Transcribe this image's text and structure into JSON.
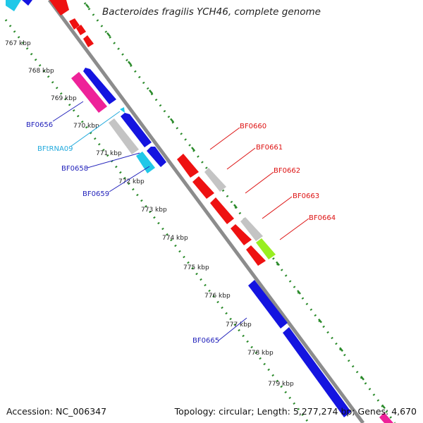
{
  "header": {
    "title": "Bacteroides fragilis YCH46, complete genome"
  },
  "footer": {
    "accession": "Accession: NC_006347",
    "summary": "Topology: circular; Length: 5,277,274 bp; Genes: 4,670"
  },
  "colors": {
    "backbone": "#8c8c8c",
    "dots": "#2a8a2a",
    "ticks": "#2a8a2a",
    "blue_gene": "#1414e0",
    "red_gene": "#ee1111",
    "grey_gene": "#c4c4c4",
    "cyan_gene": "#20c8e8",
    "magenta_gene": "#ee2299",
    "green_gene": "#99ee22",
    "label_blue": "#2222bb",
    "label_cyan": "#22aadd",
    "label_red": "#dd1111"
  },
  "scale_labels": [
    "767 kbp",
    "768 kbp",
    "769 kbp",
    "770 kbp",
    "771 kbp",
    "772 kbp",
    "773 kbp",
    "774 kbp",
    "775 kbp",
    "776 kbp",
    "777 kbp",
    "778 kbp",
    "779 kbp"
  ],
  "gene_labels": {
    "left": [
      {
        "text": "BF0656",
        "color": "label_blue"
      },
      {
        "text": "BFtRNA09",
        "color": "label_cyan"
      },
      {
        "text": "BF0658",
        "color": "label_blue"
      },
      {
        "text": "BF0659",
        "color": "label_blue"
      },
      {
        "text": "BF0665",
        "color": "label_blue"
      }
    ],
    "right": [
      {
        "text": "BF0660",
        "color": "label_red"
      },
      {
        "text": "BF0661",
        "color": "label_red"
      },
      {
        "text": "BF0662",
        "color": "label_red"
      },
      {
        "text": "BF0663",
        "color": "label_red"
      },
      {
        "text": "BF0664",
        "color": "label_red"
      }
    ]
  }
}
